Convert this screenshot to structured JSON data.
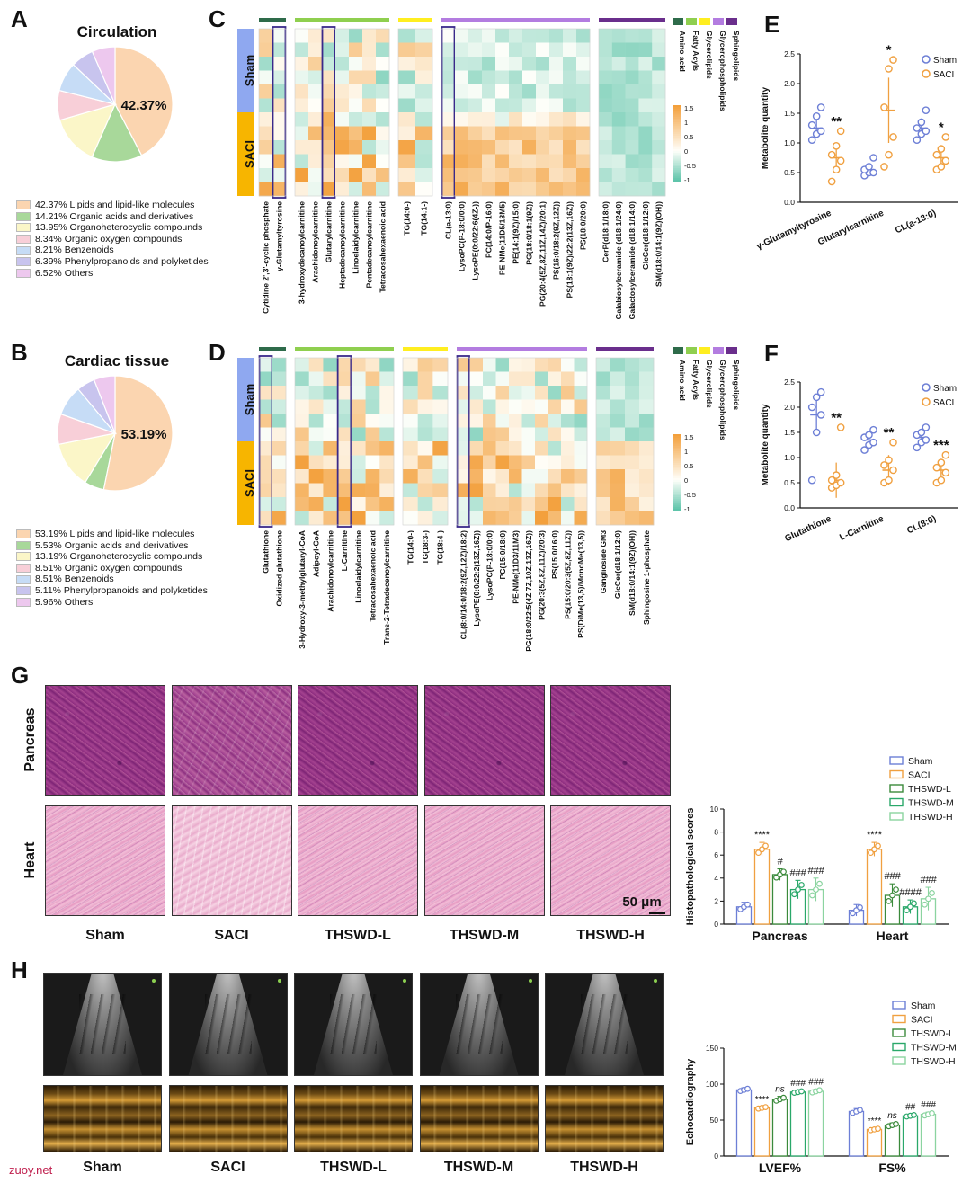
{
  "panel_letters": {
    "A": "A",
    "B": "B",
    "C": "C",
    "D": "D",
    "E": "E",
    "F": "F",
    "G": "G",
    "H": "H"
  },
  "colors": {
    "sham": "#6d7fd6",
    "saci": "#f0a040",
    "lipids": "#fbd5b0",
    "organic_acids": "#a8d89a",
    "heterocyclic": "#fbf6c8",
    "oxygen": "#f8cfd8",
    "benzenoids": "#c6dcf6",
    "phenylpropanoids": "#c8c4ee",
    "others": "#edc8ee",
    "amino_acid": "#2e6b4a",
    "fatty_acyls": "#8fcf4f",
    "glycerolipids": "#ffee20",
    "glycerophospholipids": "#b37ce0",
    "sphingolipids": "#6a2e8c",
    "thswd_l": "#3b8a3b",
    "thswd_m": "#2aa86a",
    "thswd_h": "#8bd4a0",
    "box_outline": "#3a2a8a"
  },
  "watermark": "zuoy.net",
  "pies": [
    {
      "title": "Circulation",
      "center_label": "42.37%",
      "legend": [
        "42.37% Lipids and lipid-like molecules",
        "14.21% Organic acids and derivatives",
        "13.95% Organoheterocyclic compounds",
        "8.34% Organic oxygen compounds",
        "8.21% Benzenoids",
        "6.39% Phenylpropanoids and polyketides",
        "6.52% Others"
      ],
      "values": [
        42.37,
        14.21,
        13.95,
        8.34,
        8.21,
        6.39,
        6.52
      ]
    },
    {
      "title": "Cardiac tissue",
      "center_label": "53.19%",
      "legend": [
        "53.19% Lipids and lipid-like molecules",
        "5.53% Organic acids and derivatives",
        "13.19% Organoheterocyclic compounds",
        "8.51% Organic oxygen compounds",
        "8.51% Benzenoids",
        "5.11% Phenylpropanoids and polyketides",
        "5.96% Others"
      ],
      "values": [
        53.19,
        5.53,
        13.19,
        8.51,
        8.51,
        5.11,
        5.96
      ]
    }
  ],
  "heatmap_legend": {
    "categories": [
      "Amino acid",
      "Fatty Acyls",
      "Glycerolipids",
      "Glycerophospholipids",
      "Sphingolipids"
    ],
    "scale": [
      "1.5",
      "1",
      "0.5",
      "0",
      "-0.5",
      "-1"
    ]
  },
  "chart_data": [
    {
      "type": "heatmap",
      "id": "C",
      "groups": [
        "Sham",
        "SACI"
      ],
      "blocks": [
        {
          "class": "Amino acid",
          "columns": [
            "Cytidine 2',3'-cyclic phosphate",
            "γ-Glutamyltyrosine"
          ]
        },
        {
          "class": "Fatty Acyls",
          "columns": [
            "3-hydroxydecanoylcarnitine",
            "Arachidonoylcarnitine",
            "Glutarylcarnitine",
            "Heptadecanoylcarnitine",
            "Linoelaidylcarnitine",
            "Pentadecanoylcarnitine",
            "Tetracosahexaenoic acid"
          ]
        },
        {
          "class": "Glycerolipids",
          "columns": [
            "TG(14:0-)",
            "TG(14:1-)"
          ]
        },
        {
          "class": "Glycerophospholipids",
          "columns": [
            "CL(a-13:0)",
            "LysoPC(P-18:0/0:0)",
            "LysoPE(0:0/22:6(4Z-))",
            "PC(14:0/P-16:0)",
            "PE-NMe(11D5/13M5)",
            "PE(14:1(9Z)/15:0)",
            "PG(18:0/18:1(9Z))",
            "PG(20:4(5Z,8Z,11Z,14Z)/20:1)",
            "PS(16:0/18:2(9Z,12Z))",
            "PS(18:1(9Z)/22:2(13Z,16Z))",
            "PS(18:0/20:0)"
          ]
        },
        {
          "class": "Sphingolipids",
          "columns": [
            "CerP(d18:1/18:0)",
            "Galabiosylceramide (d18:1/24:0)",
            "Galactosylceramide (d18:1/14:0)",
            "GlcCer(d18:1/12:0)",
            "SM(d18:0/14:1(9Z)(OH))"
          ]
        }
      ],
      "highlighted": [
        "γ-Glutamyltyrosine",
        "Glutarylcarnitine",
        "CL(a-13:0)"
      ],
      "colorbar": [
        -1,
        1.5
      ]
    },
    {
      "type": "heatmap",
      "id": "D",
      "groups": [
        "Sham",
        "SACI"
      ],
      "blocks": [
        {
          "class": "Amino acid",
          "columns": [
            "Glutathione",
            "Oxidized glutathione"
          ]
        },
        {
          "class": "Fatty Acyls",
          "columns": [
            "3-Hydroxy-3-methylglutaryl-CoA",
            "Adipoyl-CoA",
            "Arachidonoylcarnitine",
            "L-Carnitine",
            "Linoelaidylcarnitine",
            "Tetracosahexaenoic acid",
            "Trans-2-Tetradecenoylcarnitine"
          ]
        },
        {
          "class": "Glycerolipids",
          "columns": [
            "TG(14:0-)",
            "TG(18:3-)",
            "TG(18:4-)"
          ]
        },
        {
          "class": "Glycerophospholipids",
          "columns": [
            "CL(8:0/14:0/18:2(9Z,12Z)/18:2)",
            "LysoPE(0:0/22:2(13Z,16Z))",
            "LysoPC(P-18:0/0:0)",
            "PC(15:0/18:0)",
            "PE-NMe(11D3/11M3)",
            "PG(18:0/22:5(4Z,7Z,10Z,13Z,16Z))",
            "PG(20:3(5Z,8Z,11Z)/20:3)",
            "PS(15:0/16:0)",
            "PS(15:0/20:3(5Z,8Z,11Z))",
            "PS(DiMe(13,5)/MonoMe(13,5))"
          ]
        },
        {
          "class": "Sphingolipids",
          "columns": [
            "Ganglioside GM3",
            "GlcCer(d18:1/12:0)",
            "SM(d18:0/14:1(9Z)(OH))",
            "Sphingosine 1-phosphate"
          ]
        }
      ],
      "highlighted": [
        "Glutathione",
        "L-Carnitine",
        "CL(8:0/14:0/18:2(9Z,12Z)/18:2)"
      ],
      "colorbar": [
        -1,
        1.5
      ]
    },
    {
      "type": "scatter",
      "id": "E",
      "ylabel": "Metabolite quantity",
      "ylim": [
        0,
        2.5
      ],
      "yticks": [
        "0.0",
        "0.5",
        "1.0",
        "1.5",
        "2.0",
        "2.5"
      ],
      "legend": [
        "Sham",
        "SACI"
      ],
      "categories": [
        "γ-Glutamyltyrosine",
        "Glutarylcarnitine",
        "CL(a-13:0)"
      ],
      "series": [
        {
          "name": "Sham",
          "means": [
            1.25,
            0.55,
            1.25
          ],
          "sd": [
            0.15,
            0.08,
            0.15
          ],
          "points": [
            [
              1.05,
              1.15,
              1.2,
              1.3,
              1.45,
              1.6
            ],
            [
              0.45,
              0.5,
              0.5,
              0.55,
              0.6,
              0.75
            ],
            [
              1.05,
              1.15,
              1.2,
              1.25,
              1.35,
              1.55
            ]
          ]
        },
        {
          "name": "SACI",
          "means": [
            0.75,
            1.55,
            0.75
          ],
          "sd": [
            0.2,
            0.55,
            0.15
          ],
          "points": [
            [
              0.35,
              0.55,
              0.7,
              0.8,
              0.95,
              1.2
            ],
            [
              0.6,
              0.8,
              1.1,
              1.6,
              2.25,
              2.4
            ],
            [
              0.55,
              0.6,
              0.7,
              0.8,
              0.9,
              1.1
            ]
          ]
        }
      ],
      "significance": [
        "**",
        "*",
        "*"
      ]
    },
    {
      "type": "scatter",
      "id": "F",
      "ylabel": "Metabolite quantity",
      "ylim": [
        0,
        2.5
      ],
      "yticks": [
        "0.0",
        "0.5",
        "1.0",
        "1.5",
        "2.0",
        "2.5"
      ],
      "legend": [
        "Sham",
        "SACI"
      ],
      "categories": [
        "Glutathione",
        "L-Carnitine",
        "CL(8:0)"
      ],
      "series": [
        {
          "name": "Sham",
          "means": [
            1.85,
            1.35,
            1.4
          ],
          "sd": [
            0.35,
            0.15,
            0.15
          ],
          "points": [
            [
              0.55,
              1.5,
              1.85,
              2.0,
              2.2,
              2.3
            ],
            [
              1.15,
              1.25,
              1.3,
              1.4,
              1.45,
              1.55
            ],
            [
              1.2,
              1.3,
              1.35,
              1.45,
              1.5,
              1.6
            ]
          ]
        },
        {
          "name": "SACI",
          "means": [
            0.55,
            0.75,
            0.75
          ],
          "sd": [
            0.35,
            0.3,
            0.2
          ],
          "points": [
            [
              0.4,
              0.45,
              0.5,
              0.55,
              0.65,
              1.6
            ],
            [
              0.5,
              0.55,
              0.75,
              0.85,
              0.95,
              1.3
            ],
            [
              0.5,
              0.55,
              0.7,
              0.8,
              0.9,
              1.05
            ]
          ]
        }
      ],
      "significance": [
        "**",
        "**",
        "***"
      ]
    },
    {
      "type": "bar",
      "id": "G",
      "ylabel": "Histopathological scores",
      "ylim": [
        0,
        10
      ],
      "yticks": [
        "0",
        "2",
        "4",
        "6",
        "8",
        "10"
      ],
      "categories": [
        "Pancreas",
        "Heart"
      ],
      "legend": [
        "Sham",
        "SACI",
        "THSWD-L",
        "THSWD-M",
        "THSWD-H"
      ],
      "series": [
        {
          "name": "Sham",
          "values": [
            1.5,
            1.2
          ],
          "sd": [
            0.4,
            0.5
          ]
        },
        {
          "name": "SACI",
          "values": [
            6.5,
            6.5
          ],
          "sd": [
            0.6,
            0.6
          ]
        },
        {
          "name": "THSWD-L",
          "values": [
            4.3,
            2.5
          ],
          "sd": [
            0.5,
            1.0
          ]
        },
        {
          "name": "THSWD-M",
          "values": [
            3.0,
            1.5
          ],
          "sd": [
            0.8,
            0.6
          ]
        },
        {
          "name": "THSWD-H",
          "values": [
            3.0,
            2.2
          ],
          "sd": [
            1.0,
            1.0
          ]
        }
      ],
      "annotations": [
        [
          "",
          "****",
          "#",
          "###",
          "###"
        ],
        [
          "",
          "****",
          "###",
          "####",
          "###"
        ]
      ]
    },
    {
      "type": "bar",
      "id": "H",
      "ylabel": "Echocardiography",
      "ylim": [
        0,
        150
      ],
      "yticks": [
        "0",
        "50",
        "100",
        "150"
      ],
      "categories": [
        "LVEF%",
        "FS%"
      ],
      "legend": [
        "Sham",
        "SACI",
        "THSWD-L",
        "THSWD-M",
        "THSWD-H"
      ],
      "series": [
        {
          "name": "Sham",
          "values": [
            92,
            62
          ],
          "sd": [
            3,
            4
          ]
        },
        {
          "name": "SACI",
          "values": [
            67,
            37
          ],
          "sd": [
            2,
            2
          ]
        },
        {
          "name": "THSWD-L",
          "values": [
            79,
            43
          ],
          "sd": [
            4,
            3
          ]
        },
        {
          "name": "THSWD-M",
          "values": [
            89,
            56
          ],
          "sd": [
            2,
            2
          ]
        },
        {
          "name": "THSWD-H",
          "values": [
            90,
            58
          ],
          "sd": [
            3,
            3
          ]
        }
      ],
      "annotations": [
        [
          "",
          "****",
          "ns",
          "###",
          "###"
        ],
        [
          "",
          "****",
          "ns",
          "##",
          "###"
        ]
      ]
    }
  ],
  "micrographs": {
    "rows": [
      "Pancreas",
      "Heart"
    ],
    "columns": [
      "Sham",
      "SACI",
      "THSWD-L",
      "THSWD-M",
      "THSWD-H"
    ],
    "scale_label": "50 μm"
  },
  "echo": {
    "columns": [
      "Sham",
      "SACI",
      "THSWD-L",
      "THSWD-M",
      "THSWD-H"
    ]
  }
}
